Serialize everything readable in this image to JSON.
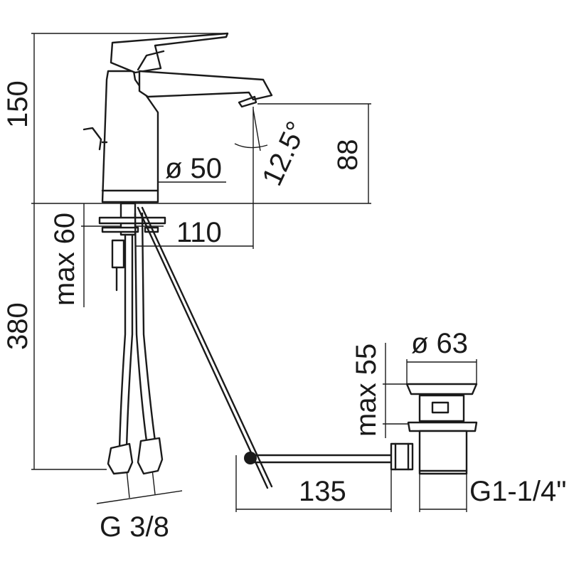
{
  "dimensions": {
    "height_total": "150",
    "spout_height": "88",
    "diameter_body": "ø 50",
    "spout_reach": "110",
    "spout_angle": "12.5°",
    "max_deck": "max 60",
    "hose_length": "380",
    "hose_thread": "G 3/8",
    "waste_diameter": "ø 63",
    "waste_max": "max 55",
    "waste_reach": "135",
    "waste_thread": "G1-1/4\""
  }
}
